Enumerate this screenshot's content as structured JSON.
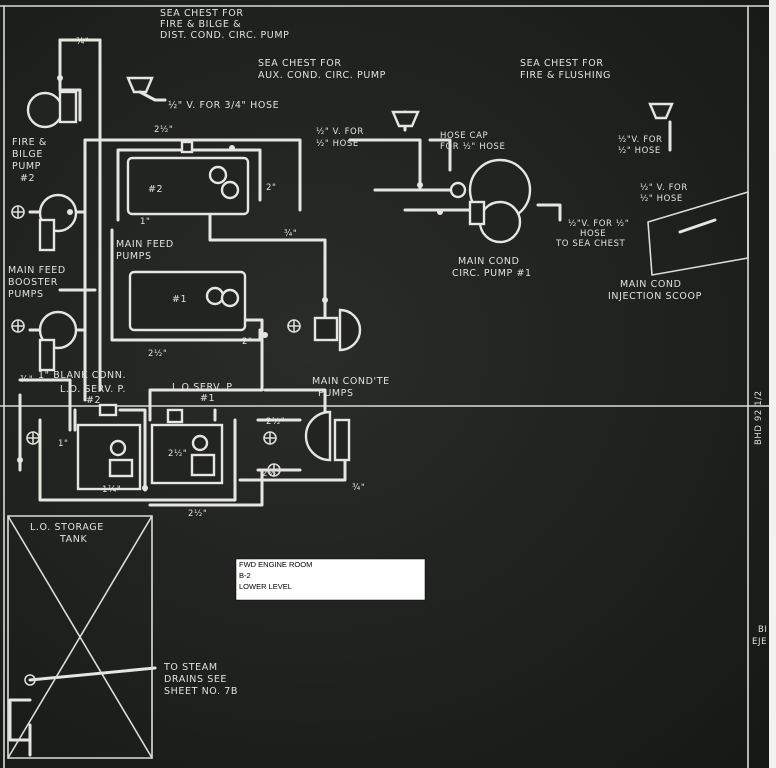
{
  "labels": {
    "sea_chest_fire_bilge": [
      "SEA CHEST FOR",
      "FIRE & BILGE &",
      "DIST. COND. CIRC. PUMP"
    ],
    "hose_valve_34": "½\" V. FOR 3/4\" HOSE",
    "sea_chest_aux": [
      "SEA CHEST FOR",
      "AUX. COND. CIRC. PUMP"
    ],
    "sea_chest_fire_flush": [
      "SEA CHEST FOR",
      "FIRE & FLUSHING"
    ],
    "v_for_hose_left": [
      "½\" V. FOR",
      "½\" HOSE"
    ],
    "hose_cap": [
      "HOSE CAP",
      "FOR ½\" HOSE"
    ],
    "v_for_hose_right_top": [
      "½\"V. FOR",
      "½\" HOSE"
    ],
    "v_for_hose_scoop": [
      "½\" V. FOR",
      "½\" HOSE"
    ],
    "fire_bilge_pump": [
      "FIRE &",
      "BILGE",
      "PUMP",
      "#2"
    ],
    "main_feed_pumps": [
      "MAIN FEED",
      "PUMPS"
    ],
    "main_feed_booster": [
      "MAIN FEED",
      "BOOSTER",
      "PUMPS"
    ],
    "main_cond_circ": [
      "MAIN COND",
      "CIRC. PUMP #1"
    ],
    "to_sea_chest": [
      "½\"V. FOR ½\"",
      "HOSE",
      "TO SEA CHEST"
    ],
    "main_cond_scoop": [
      "MAIN COND",
      "INJECTION SCOOP"
    ],
    "main_cond_te": [
      "MAIN COND'TE",
      "PUMPS"
    ],
    "blank_conn": "1\" BLANK CONN.",
    "lo_serv_2": [
      "L.O. SERV. P.",
      "#2"
    ],
    "lo_serv_1": [
      "L.O SERV. P.",
      "#1"
    ],
    "lo_storage": [
      "L.O. STORAGE",
      "TANK"
    ],
    "to_steam": [
      "TO STEAM",
      "DRAINS SEE",
      "SHEET NO. 7B"
    ],
    "bhd": "BHD 92 1/2",
    "pump_no2": "#2",
    "pump_no1": "#1",
    "sizes": [
      "¾\"",
      "2½\"",
      "2\"",
      "¾\"",
      "2\"",
      "2½\"",
      "1\"",
      "1¼\"",
      "2½\"",
      "2½\"",
      "2½\"",
      "¾\"",
      "¾\"",
      "2½\"",
      "1\""
    ],
    "cut_bi": "BI",
    "cut_eje": "EJE"
  },
  "title_block": {
    "line1": "FWD ENGINE ROOM",
    "line2": "B-2",
    "line3": "LOWER  LEVEL"
  }
}
